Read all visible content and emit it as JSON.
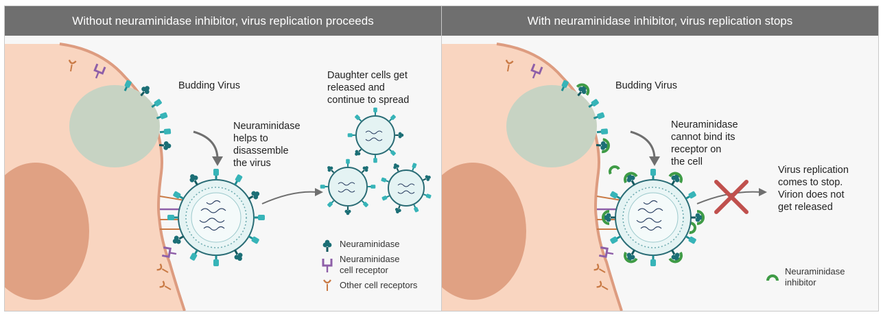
{
  "panels": [
    {
      "title": "Without neuraminidase inhibitor, virus replication proceeds",
      "labels": {
        "budding": "Budding Virus",
        "neuraminidase_helps": [
          "Neuraminidase",
          "helps to",
          "disassemble",
          "the virus"
        ],
        "daughter": [
          "Daughter cells get",
          "released and",
          "continue to spread"
        ]
      },
      "legend": {
        "neuraminidase": "Neuraminidase",
        "receptor": [
          "Neuraminidase",
          "cell receptor"
        ],
        "other": "Other cell receptors"
      }
    },
    {
      "title": "With neuraminidase inhibitor, virus replication stops",
      "labels": {
        "budding": "Budding Virus",
        "cannot_bind": [
          "Neuraminidase",
          "cannot bind its",
          "receptor on",
          "the cell"
        ],
        "stops": [
          "Virus replication",
          "comes to stop.",
          "Virion does not",
          "get released"
        ]
      },
      "legend": {
        "inhibitor": [
          "Neuraminidase",
          "inhibitor"
        ]
      }
    }
  ],
  "colors": {
    "header": "#6f6f6f",
    "cell": "#f9d5c0",
    "cell_membrane": "#dd9c80",
    "nucleus": "#e0a183",
    "vesicle": "#c7d3c3",
    "hemagglutinin": "#37b4b8",
    "neuraminidase": "#1c6f76",
    "receptor_purple": "#8e5fa8",
    "receptor_orange": "#c97a45",
    "inhibitor": "#3f9b46",
    "cross": "#c0504d"
  }
}
